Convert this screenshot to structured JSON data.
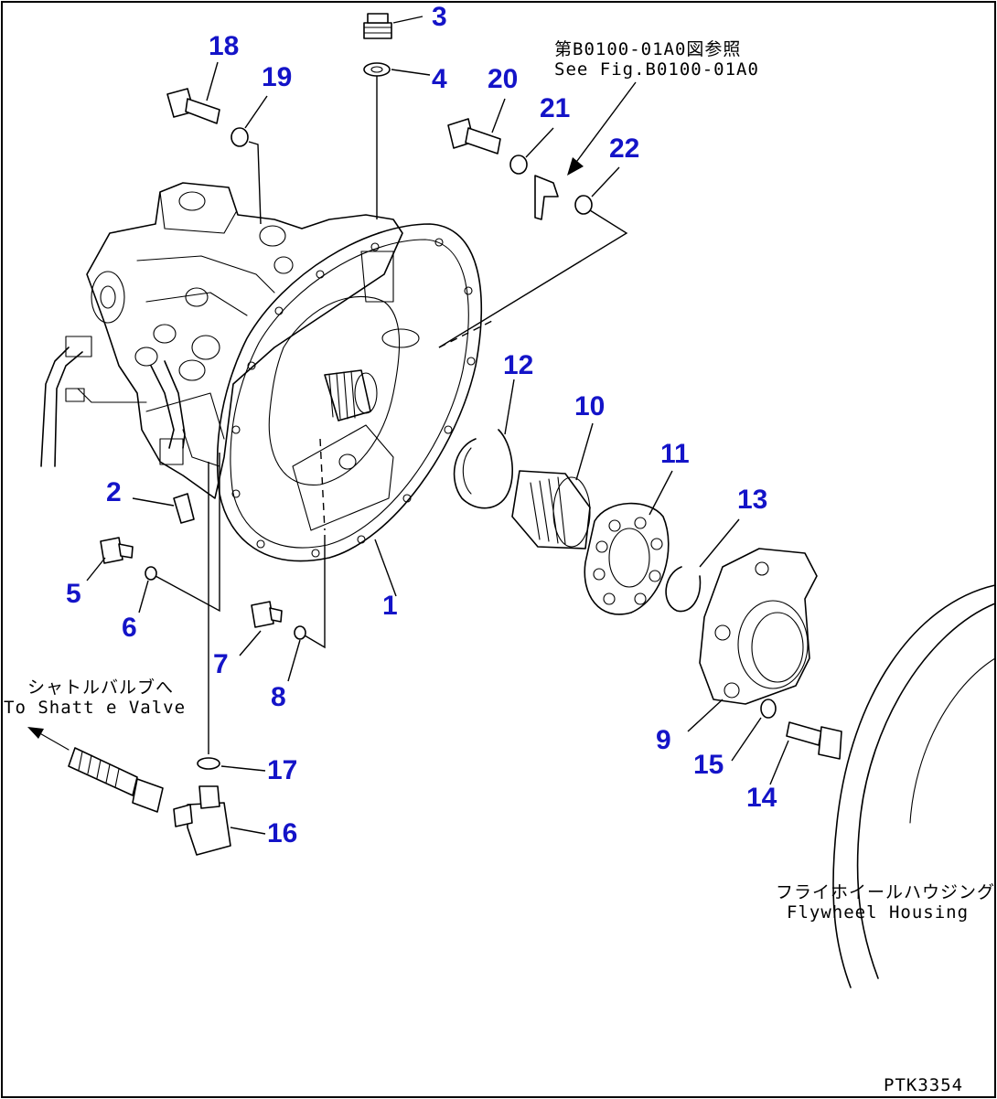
{
  "callouts": {
    "c1": "1",
    "c2": "2",
    "c3": "3",
    "c4": "4",
    "c5": "5",
    "c6": "6",
    "c7": "7",
    "c8": "8",
    "c9": "9",
    "c10": "10",
    "c11": "11",
    "c12": "12",
    "c13": "13",
    "c14": "14",
    "c15": "15",
    "c16": "16",
    "c17": "17",
    "c18": "18",
    "c19": "19",
    "c20": "20",
    "c21": "21",
    "c22": "22"
  },
  "notes": {
    "ref_jp": "第B0100-01A0図参照",
    "ref_en": "See Fig.B0100-01A0",
    "shuttle_jp": "シャトルバルブへ",
    "shuttle_en": "To Shatt e Valve",
    "flywheel_jp": "フライホイールハウジング",
    "flywheel_en": "Flywheel Housing"
  },
  "drawing_code": "PTK3354",
  "colors": {
    "callout": "#1414c8",
    "line": "#000000",
    "background": "#ffffff"
  }
}
